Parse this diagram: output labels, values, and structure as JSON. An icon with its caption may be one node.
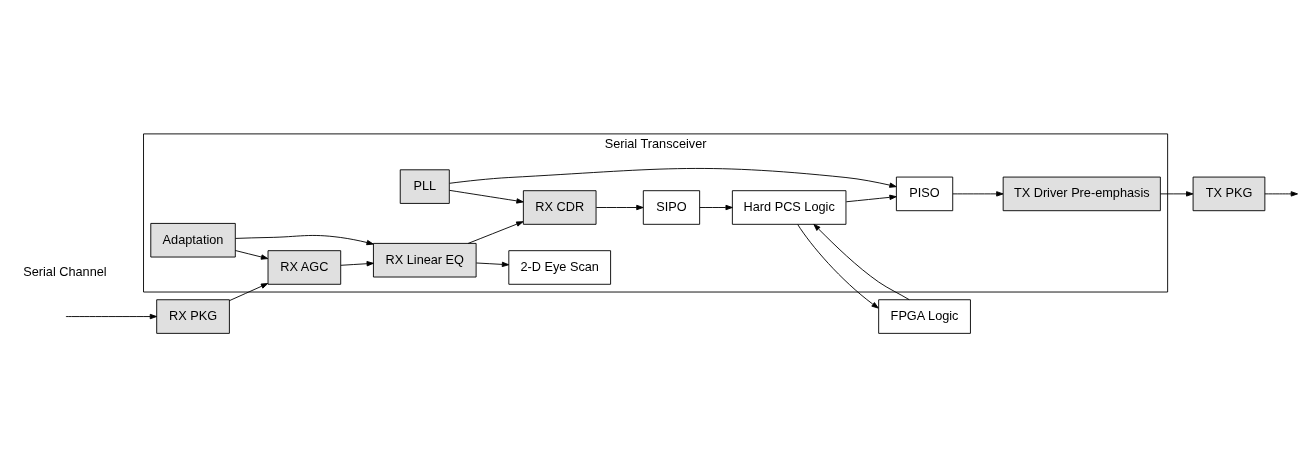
{
  "diagram": {
    "nodes": [
      {
        "text": [
          "FPGA Logic"
        ]
      },
      {
        "text": [
          "Serial Transceiver"
        ]
      },
      {
        "text": [
          "Hard PCS Logic"
        ],
        "in": 1
      },
      {
        "text": [
          "PISO"
        ],
        "in": 1
      },
      {
        "text": [
          "PLL"
        ],
        "in": 1
      },
      {
        "text": [
          "TX Driver Pre-emphasis"
        ],
        "in": 1
      },
      {
        "text": [
          "SIPO"
        ],
        "in": 1
      },
      {
        "text": [
          "RX CDR"
        ],
        "in": 1
      },
      {
        "text": [
          "RX Linear EQ"
        ],
        "in": 1
      },
      {
        "text": [
          "RX AGC"
        ],
        "in": 1
      },
      {
        "text": [
          "2-D Eye Scan"
        ],
        "in": 1
      },
      {
        "text": [
          "Adaptation"
        ],
        "in": 1
      },
      {
        "text": [
          "TX PKG"
        ]
      },
      {
        "text": [
          "RX PKG"
        ]
      }
    ],
    "edges": [
      {
        "from": 0,
        "to": 2,
        "arrow": "to"
      },
      {
        "from": 2,
        "to": 3,
        "arrow": "to"
      },
      {
        "from": 3,
        "to": 5,
        "arrow": "to"
      },
      {
        "from": 4,
        "to": 3,
        "arrow": "to"
      },
      {
        "from": 4,
        "to": 7,
        "arrow": "to"
      },
      {
        "from": 5,
        "to": 12,
        "arrow": "to"
      },
      {
        "from": 12,
        "to": null,
        "arrow": "to"
      },
      {
        "from": null,
        "to": 13,
        "arrow": "to"
      },
      {
        "from": 13,
        "to": 9,
        "arrow": "to"
      },
      {
        "from": 9,
        "to": 8,
        "arrow": "to"
      },
      {
        "from": 8,
        "to": 7,
        "arrow": "to"
      },
      {
        "from": 7,
        "to": 6,
        "arrow": "to"
      },
      {
        "from": 6,
        "to": 2,
        "arrow": "to"
      },
      {
        "from": 2,
        "to": 0,
        "arrow": "to"
      },
      {
        "from": 8,
        "to": 10,
        "arrow": "to"
      },
      {
        "from": 11,
        "to": 8,
        "arrow": "to"
      },
      {
        "from": 11,
        "to": 9,
        "arrow": "to"
      }
    ],
    "labels": [
      "Serial Channel"
    ]
  }
}
